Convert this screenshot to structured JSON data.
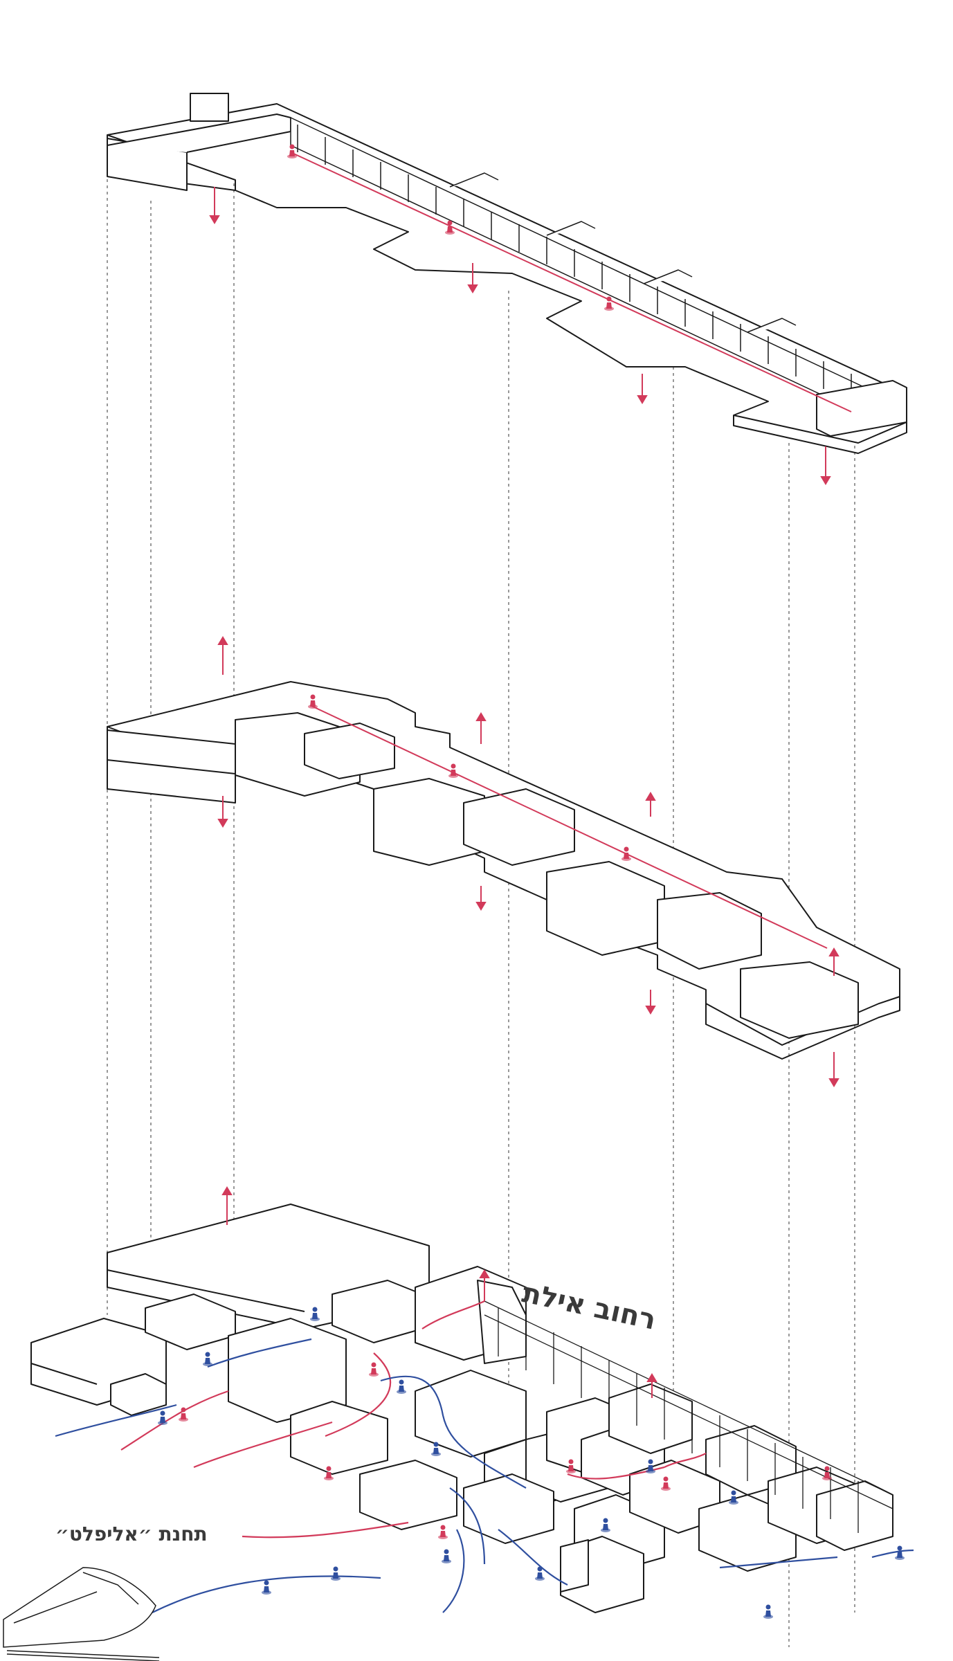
{
  "labels": {
    "street": "רחוב אילת",
    "station": "תחנת ״אליפלט״"
  },
  "colors": {
    "line": "#1a1a1a",
    "circulation_red": "#d23a5a",
    "pedestrian_blue": "#2f4f9f",
    "guide_dash": "#555555",
    "background": "#ffffff"
  },
  "icons": [
    "person-marker-red",
    "person-marker-blue",
    "train-icon",
    "arrow-down",
    "arrow-up"
  ]
}
